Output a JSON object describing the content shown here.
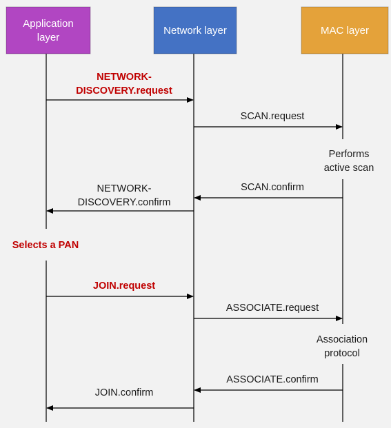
{
  "colors": {
    "application": "#b146c2",
    "network": "#4472c4",
    "mac": "#e4a23a",
    "highlight": "#c00000",
    "text": "#1a1a1a",
    "line": "#000000"
  },
  "participants": [
    {
      "id": "application",
      "lines": [
        "Application",
        "layer"
      ]
    },
    {
      "id": "network",
      "lines": [
        "Network layer"
      ]
    },
    {
      "id": "mac",
      "lines": [
        "MAC layer"
      ]
    }
  ],
  "messages": [
    {
      "id": "network-discovery-request",
      "from": "application",
      "to": "network",
      "lines": [
        "NETWORK-",
        "DISCOVERY.request"
      ],
      "highlight": true
    },
    {
      "id": "scan-request",
      "from": "network",
      "to": "mac",
      "lines": [
        "SCAN.request"
      ],
      "highlight": false
    },
    {
      "id": "scan-confirm",
      "from": "mac",
      "to": "network",
      "lines": [
        "SCAN.confirm"
      ],
      "highlight": false
    },
    {
      "id": "network-discovery-confirm",
      "from": "network",
      "to": "application",
      "lines": [
        "NETWORK-",
        "DISCOVERY.confirm"
      ],
      "highlight": false
    },
    {
      "id": "join-request",
      "from": "application",
      "to": "network",
      "lines": [
        "JOIN.request"
      ],
      "highlight": true
    },
    {
      "id": "associate-request",
      "from": "network",
      "to": "mac",
      "lines": [
        "ASSOCIATE.request"
      ],
      "highlight": false
    },
    {
      "id": "associate-confirm",
      "from": "mac",
      "to": "network",
      "lines": [
        "ASSOCIATE.confirm"
      ],
      "highlight": false
    },
    {
      "id": "join-confirm",
      "from": "network",
      "to": "application",
      "lines": [
        "JOIN.confirm"
      ],
      "highlight": false
    }
  ],
  "notes": [
    {
      "id": "performs-active-scan",
      "on": "mac",
      "lines": [
        "Performs",
        "active scan"
      ],
      "highlight": false
    },
    {
      "id": "selects-a-pan",
      "on": "application",
      "lines": [
        "Selects a PAN"
      ],
      "highlight": true
    },
    {
      "id": "association-protocol",
      "on": "mac",
      "lines": [
        "Association",
        "protocol"
      ],
      "highlight": false
    }
  ]
}
